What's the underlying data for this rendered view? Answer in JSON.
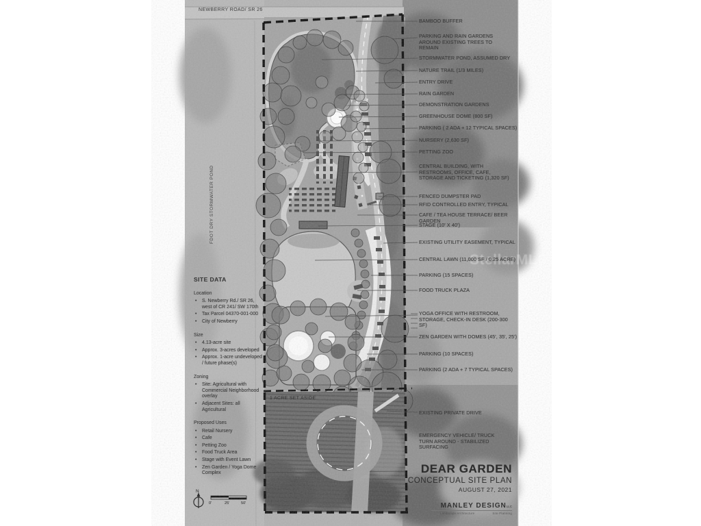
{
  "labels": {
    "road": "NEWBERRY ROAD/ SR 26",
    "pond": "FDOT DRY STORMWATER POND",
    "set_aside": "1 ACRE SET ASIDE",
    "watermark": "StellarMLS"
  },
  "callouts": [
    {
      "text": "BAMBOO BUFFER"
    },
    {
      "text": "PARKING AND RAIN GARDENS AROUND EXISTING TREES TO REMAIN"
    },
    {
      "text": "STORMWATER POND, ASSUMED DRY"
    },
    {
      "text": "NATURE TRAIL (1/3 MILES)"
    },
    {
      "text": "ENTRY DRIVE"
    },
    {
      "text": "RAIN GARDEN"
    },
    {
      "text": "DEMONSTRATION GARDENS"
    },
    {
      "text": "GREENHOUSE DOME (800 SF)"
    },
    {
      "text": "PARKING ( 2 ADA + 12 TYPICAL SPACES)"
    },
    {
      "text": "NURSERY (2,630 SF)"
    },
    {
      "text": "PETTING ZOO"
    },
    {
      "text": "CENTRAL BUILDING, WITH RESTROOMS, OFFICE, CAFE, STORAGE AND TICKETING (1,320 SF)"
    },
    {
      "text": "FENCED DUMPSTER PAD"
    },
    {
      "text": "RFID CONTROLLED ENTRY, TYPICAL"
    },
    {
      "text": "CAFE / TEA HOUSE TERRACE/ BEER GARDEN"
    },
    {
      "text": "STAGE (10' X 40')"
    },
    {
      "text": "EXISTING UTILITY EASEMENT, TYPICAL"
    },
    {
      "text": "CENTRAL LAWN (11,000 SF / 0.25 ACRE)"
    },
    {
      "text": "PARKING (15 SPACES)"
    },
    {
      "text": "FOOD TRUCK PLAZA"
    },
    {
      "text": "YOGA OFFICE WITH RESTROOM, STORAGE, CHECK-IN DESK (200-300 SF)"
    },
    {
      "text": "ZEN GARDEN WITH DOMES (45', 35', 25')"
    },
    {
      "text": "PARKING (10 SPACES)"
    },
    {
      "text": "PARKING (2 ADA + 7 TYPICAL SPACES)"
    },
    {
      "text": "EXISTING PRIVATE DRIVE"
    },
    {
      "text": "EMERGENCY VEHICLE/ TRUCK TURN AROUND - STABILIZED SURFACING"
    }
  ],
  "site_data": {
    "title": "SITE DATA",
    "sections": [
      {
        "heading": "Location",
        "items": [
          "S. Newberry Rd./ SR 26, west of CR 241/ SW 170th",
          "Tax Parcel 04370-001-000",
          "City of Newberry"
        ]
      },
      {
        "heading": "Size",
        "items": [
          "4.13-acre site",
          "Approx. 3-acres developed",
          "Approx. 1-acre undeveloped / future phase(s)"
        ]
      },
      {
        "heading": "Zoning",
        "items": [
          "Site: Agricultural with Commercial Neighborhood overlay",
          "Adjacent Sites: all Agricultural"
        ]
      },
      {
        "heading": "Proposed Uses",
        "items": [
          "Retail Nursery",
          "Cafe",
          "Petting Zoo",
          "Food Truck Area",
          "Stage with Event Lawn",
          "Zen Garden / Yoga Dome Complex"
        ]
      }
    ]
  },
  "title_block": {
    "project": "DEAR GARDEN",
    "subtitle": "CONCEPTUAL SITE PLAN",
    "date": "AUGUST 27, 2021",
    "firm": "MANLEY DESIGN",
    "firm_suffix": "LLC",
    "service_left": "Landscape Architecture",
    "service_right": "Site Planning"
  },
  "scale": {
    "north": "N",
    "ticks": [
      "0'",
      "25'",
      "50'"
    ]
  },
  "colors": {
    "paper": "#ffffff",
    "ink": "#3d3d3d",
    "boundary": "#111111",
    "aerial_light": "#b3b3b3",
    "aerial_dark": "#7a7a7a",
    "trail": "#d2d2d2",
    "lawn": "#c8c8c8",
    "dome": "#f4f4f4"
  }
}
